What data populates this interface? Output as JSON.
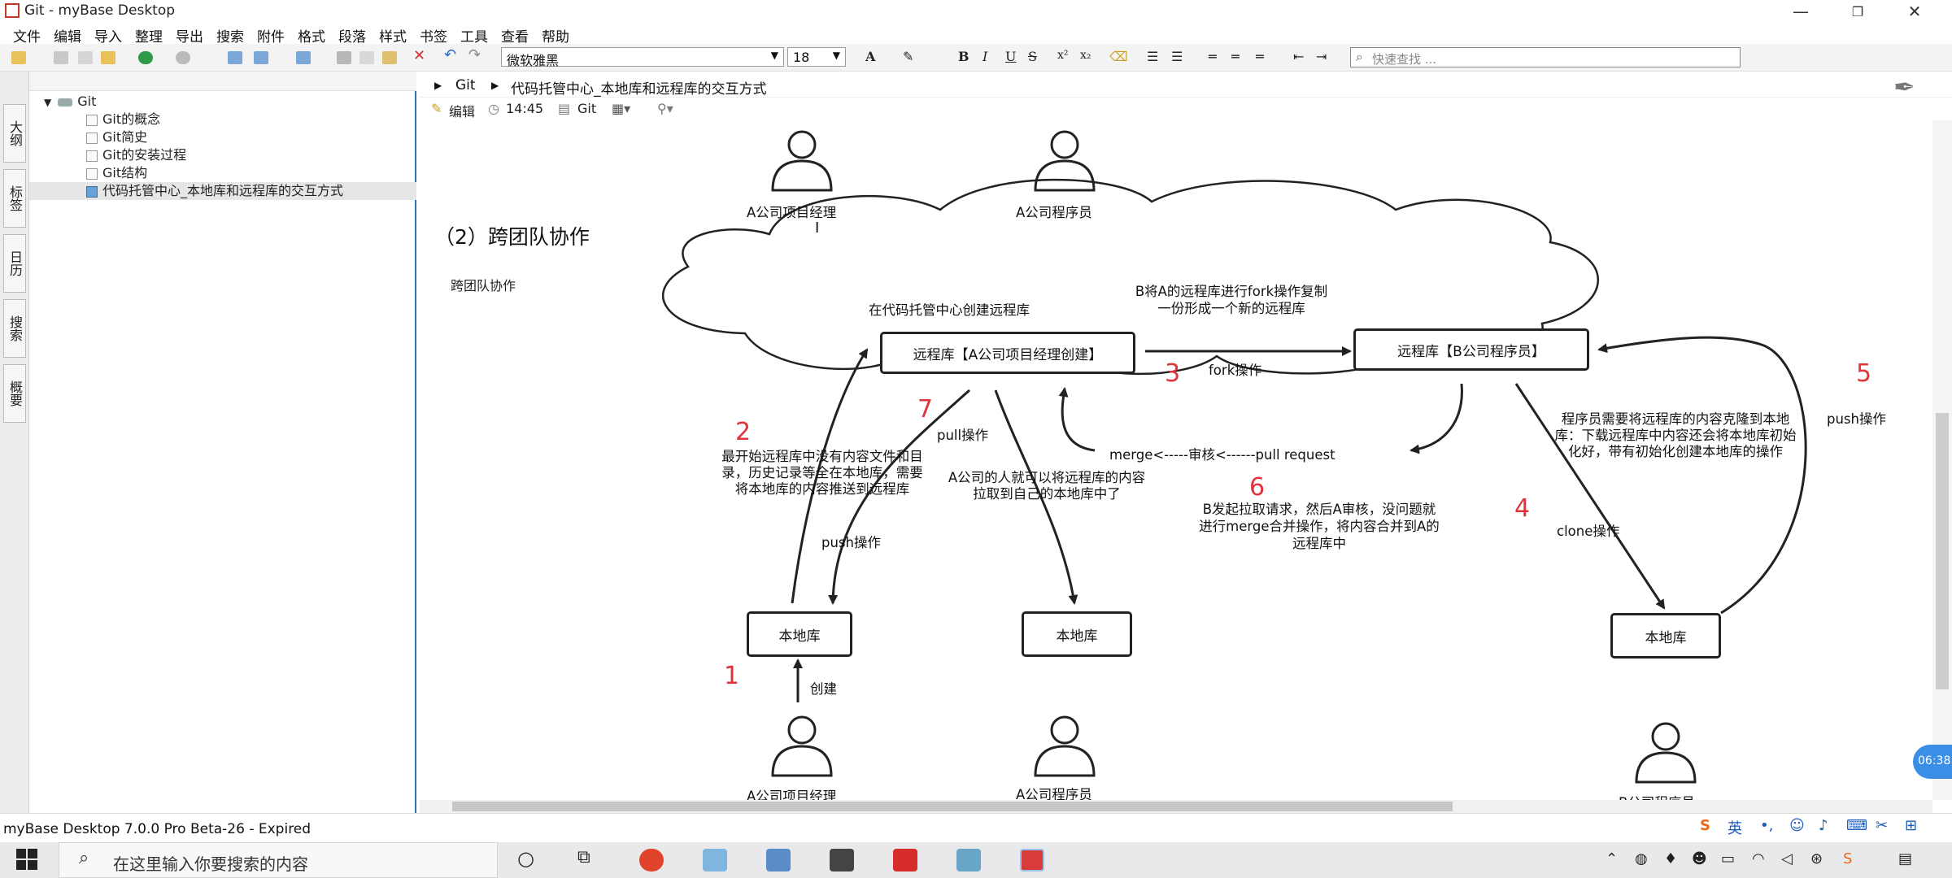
{
  "window": {
    "title": "Git - myBase Desktop"
  },
  "menu": [
    "文件",
    "编辑",
    "导入",
    "整理",
    "导出",
    "搜索",
    "附件",
    "格式",
    "段落",
    "样式",
    "书签",
    "工具",
    "查看",
    "帮助"
  ],
  "toolbar": {
    "font_name": "微软雅黑",
    "font_size": "18",
    "search_placeholder": "快速查找 ..."
  },
  "rail_tabs": [
    "大纲",
    "标签",
    "日历",
    "搜索",
    "概要"
  ],
  "tree": {
    "root": "Git",
    "children": [
      "Git的概念",
      "Git简史",
      "Git的安装过程",
      "Git结构",
      "代码托管中心_本地库和远程库的交互方式"
    ],
    "selected": "代码托管中心_本地库和远程库的交互方式"
  },
  "breadcrumb": {
    "root": "Git",
    "page": "代码托管中心_本地库和远程库的交互方式"
  },
  "info": {
    "edit": "编辑",
    "time": "14:45",
    "notebook": "Git"
  },
  "doc": {
    "top_person_left": "A公司项目经理",
    "top_person_right": "A公司程序员",
    "section_title": "（2）跨团队协作",
    "section_sub": "跨团队协作",
    "cloud_label": "在代码托管中心创建远程库",
    "fork_note": "B将A的远程库进行fork操作复制一份形成一个新的远程库",
    "remote_a": "远程库【A公司项目经理创建】",
    "remote_b": "远程库【B公司程序员】",
    "fork_op": "fork操作",
    "pull_op": "pull操作",
    "push_op": "push操作",
    "push_op2": "push操作",
    "clone_op": "clone操作",
    "create_op": "创建",
    "merge_line": "merge<-----审核<------pull request",
    "note_push_initial": "最开始远程库中没有内容文件和目录，历史记录等全在本地库，需要将本地库的内容推送到远程库",
    "note_pull": "A公司的人就可以将远程库的内容拉取到自己的本地库中了",
    "note_pr": "B发起拉取请求，然后A审核，没问题就进行merge合并操作，将内容合并到A的远程库中",
    "note_clone": "程序员需要将远程库的内容克隆到本地库：下载远程库中内容还会将本地库初始化好，带有初始化创建本地库的操作",
    "local1": "本地库",
    "local2": "本地库",
    "local3": "本地库",
    "bottom_person_1": "A公司项目经理",
    "bottom_person_2": "A公司程序员",
    "bottom_person_3": "B公司程序员",
    "steps": {
      "s1": "1",
      "s2": "2",
      "s3": "3",
      "s4": "4",
      "s5": "5",
      "s6": "6",
      "s7": "7"
    }
  },
  "status": {
    "text": "myBase Desktop 7.0.0 Pro Beta-26 - Expired"
  },
  "taskbar": {
    "search_placeholder": "在这里输入你要搜索的内容",
    "ime_lang": "英",
    "clock": "06:38"
  },
  "colors": {
    "accent": "#2f6fb6",
    "step_red": "#e0343a"
  }
}
